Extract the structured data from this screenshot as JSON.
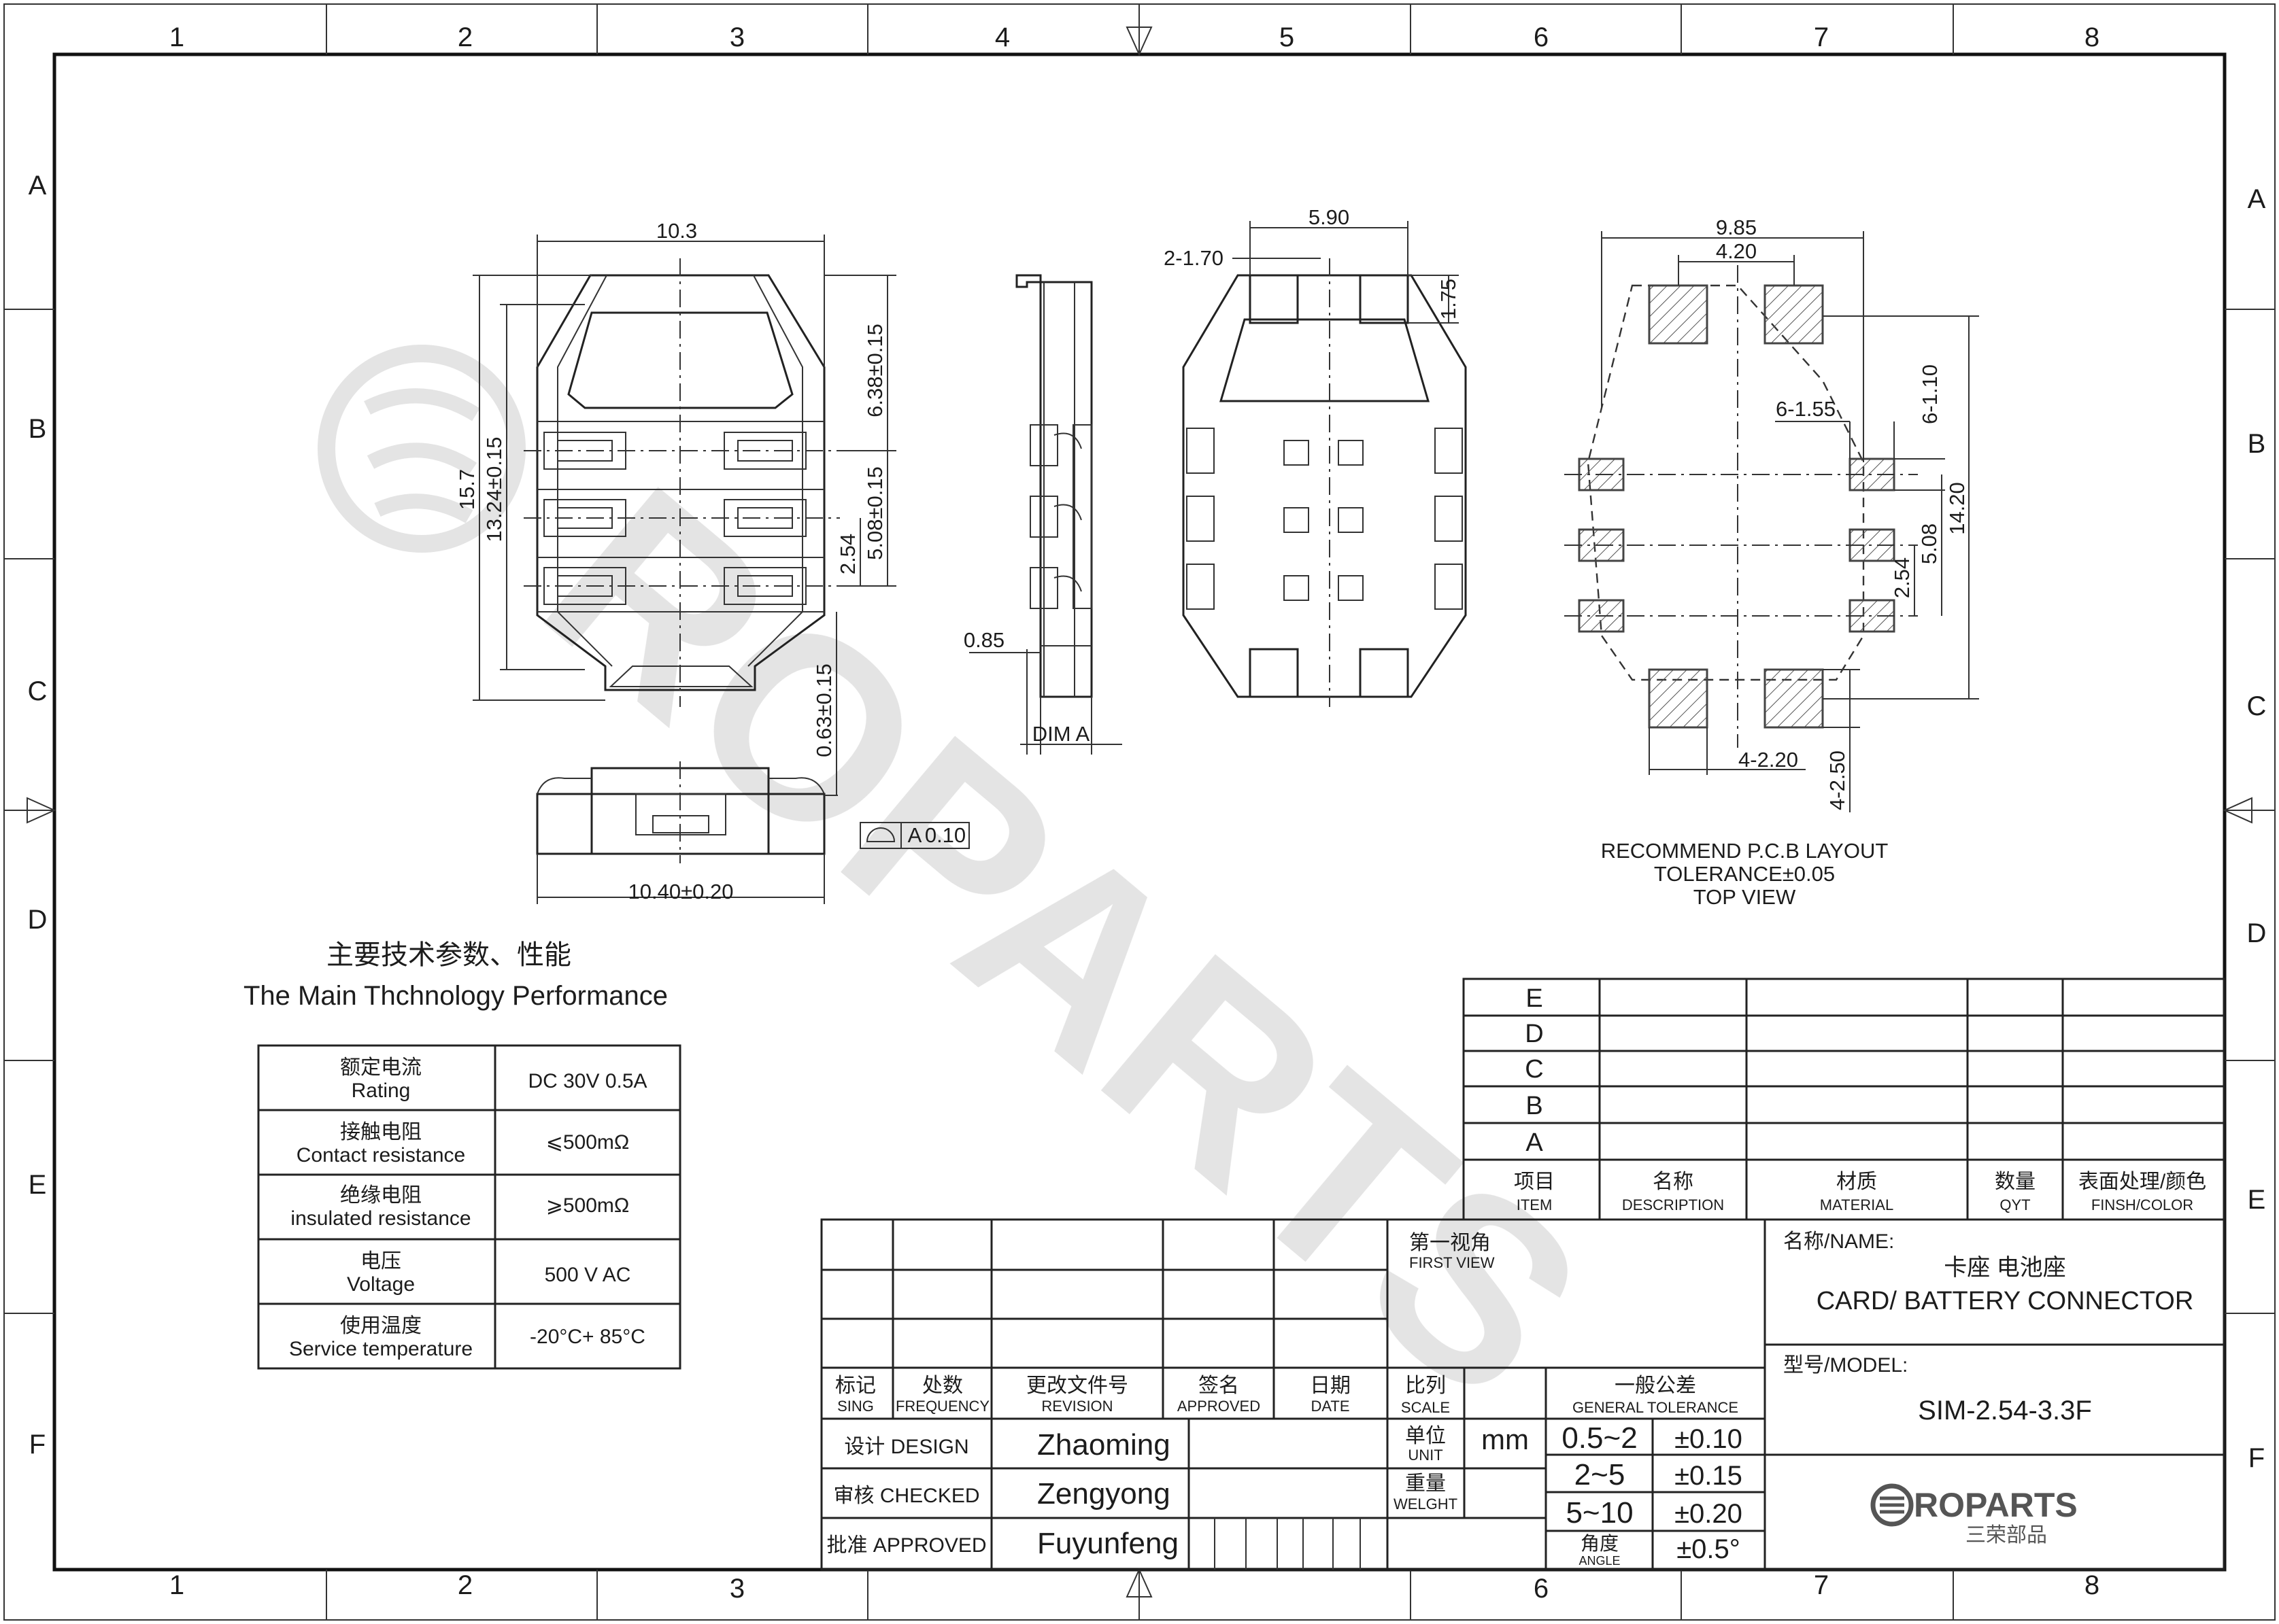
{
  "frame": {
    "columns": [
      "1",
      "2",
      "3",
      "4",
      "5",
      "6",
      "7",
      "8"
    ],
    "rows": [
      "A",
      "B",
      "C",
      "D",
      "E",
      "F"
    ]
  },
  "watermark": {
    "text": "ROPARTS"
  },
  "dimensions": {
    "top_width": "10.3",
    "height_overall": "15.7",
    "height_body": "13.24±0.15",
    "upper_offset": "6.38±0.15",
    "pitch_outer": "5.08±0.15",
    "pitch": "2.54",
    "lower_offset": "0.63±0.15",
    "front_width": "10.40±0.20",
    "flatness_symbol": "⌓",
    "flatness_ref": "A",
    "flatness_value": "0.10",
    "side_thickness": "0.85",
    "datum": "DIM A",
    "bottom_width": "5.90",
    "pad_size": "2-1.70",
    "pad_height": "1.75",
    "pcb_outer": "9.85",
    "pcb_inner": "4.20",
    "pcb_pad_w": "6-1.55",
    "pcb_pad_h": "6-1.10",
    "pcb_height": "14.20",
    "pcb_pitch_outer": "5.08",
    "pcb_pitch": "2.54",
    "pcb_bottom_pad_w": "4-2.20",
    "pcb_bottom_pad_h": "4-2.50"
  },
  "pcb_caption": {
    "line1": "RECOMMEND P.C.B LAYOUT",
    "line2": "TOLERANCE±0.05",
    "line3": "TOP VIEW"
  },
  "spec": {
    "title_cn": "主要技术参数、性能",
    "title_en": "The Main Thchnology Performance",
    "rows": [
      {
        "cn": "额定电流",
        "en": "Rating",
        "value": "DC 30V 0.5A"
      },
      {
        "cn": "接触电阻",
        "en": "Contact resistance",
        "value": "⩽500mΩ"
      },
      {
        "cn": "绝缘电阻",
        "en": "insulated resistance",
        "value": "⩾500mΩ"
      },
      {
        "cn": "电压",
        "en": "Voltage",
        "value": "500 V AC"
      },
      {
        "cn": "使用温度",
        "en": "Service temperature",
        "value": "-20°C+ 85°C"
      }
    ]
  },
  "bom": {
    "rev_letters": [
      "E",
      "D",
      "C",
      "B",
      "A"
    ],
    "headers": [
      {
        "cn": "项目",
        "en": "ITEM"
      },
      {
        "cn": "名称",
        "en": "DESCRIPTION"
      },
      {
        "cn": "材质",
        "en": "MATERIAL"
      },
      {
        "cn": "数量",
        "en": "QYT"
      },
      {
        "cn": "表面处理/颜色",
        "en": "FINSH/COLOR"
      }
    ]
  },
  "title_block": {
    "rev_headers": [
      {
        "cn": "标记",
        "en": "SING"
      },
      {
        "cn": "处数",
        "en": "FREQUENCY"
      },
      {
        "cn": "更改文件号",
        "en": "REVISION"
      },
      {
        "cn": "签名",
        "en": "APPROVED"
      },
      {
        "cn": "日期",
        "en": "DATE"
      }
    ],
    "design_label": "设计 DESIGN",
    "design_name": "Zhaoming",
    "checked_label": "审核 CHECKED",
    "checked_name": "Zengyong",
    "approved_label": "批准 APPROVED",
    "approved_name": "Fuyunfeng",
    "first_view_cn": "第一视角",
    "first_view_en": "FIRST VIEW",
    "scale_cn": "比列",
    "scale_en": "SCALE",
    "unit_cn": "单位",
    "unit_en": "UNIT",
    "unit_value": "mm",
    "weight_cn": "重量",
    "weight_en": "WELGHT",
    "tolerance_cn": "一般公差",
    "tolerance_en": "GENERAL TOLERANCE",
    "tolerances": [
      {
        "range": "0.5~2",
        "tol": "±0.10"
      },
      {
        "range": "2~5",
        "tol": "±0.15"
      },
      {
        "range": "5~10",
        "tol": "±0.20"
      }
    ],
    "angle_cn": "角度",
    "angle_en": "ANGLE",
    "angle_tol": "±0.5°",
    "name_label": "名称/NAME:",
    "name_cn": "卡座 电池座",
    "name_en": "CARD/ BATTERY CONNECTOR",
    "model_label": "型号/MODEL:",
    "model": "SIM-2.54-3.3F",
    "logo_text": "ROPARTS",
    "logo_cn": "三荣部品"
  }
}
